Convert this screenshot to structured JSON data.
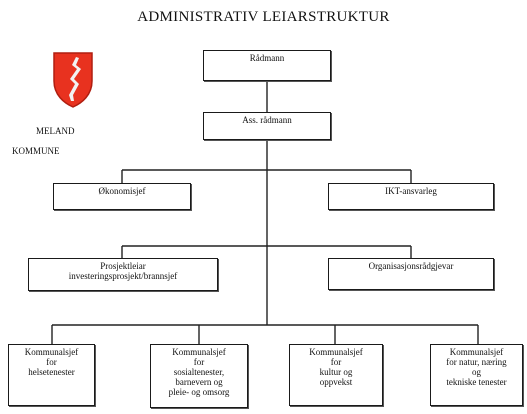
{
  "title": "ADMINISTRATIV LEIARSTRUKTUR",
  "organisation": {
    "name_line1": "MELAND",
    "name_line2": "KOMMUNE",
    "logo_colors": {
      "shield": "#e8321f",
      "emblem": "#f2f2f2",
      "outline": "#b01e10"
    }
  },
  "colors": {
    "line": "#222222",
    "box_border": "#1a1a1a",
    "text": "#111111"
  },
  "nodes": {
    "radmann": "Rådmann",
    "ass_radmann": "Ass. rådmann",
    "okonomisjef": "Økonomisjef",
    "ikt": "IKT-ansvarleg",
    "prosjektleiar": "Prosjektleiar\ninvesteringsprosjekt/brannsjef",
    "organisasjonsradgjevar": "Organisasjonsrådgjevar",
    "helse": "Kommunalsjef\nfor\nhelsetenester",
    "sosial": "Kommunalsjef\nfor\nsosialtenester,\nbarnevern og\npleie- og omsorg",
    "kultur": "Kommunalsjef\nfor\nkultur og\noppvekst",
    "natur": "Kommunalsjef\nfor natur, næring\nog\ntekniske tenester"
  }
}
